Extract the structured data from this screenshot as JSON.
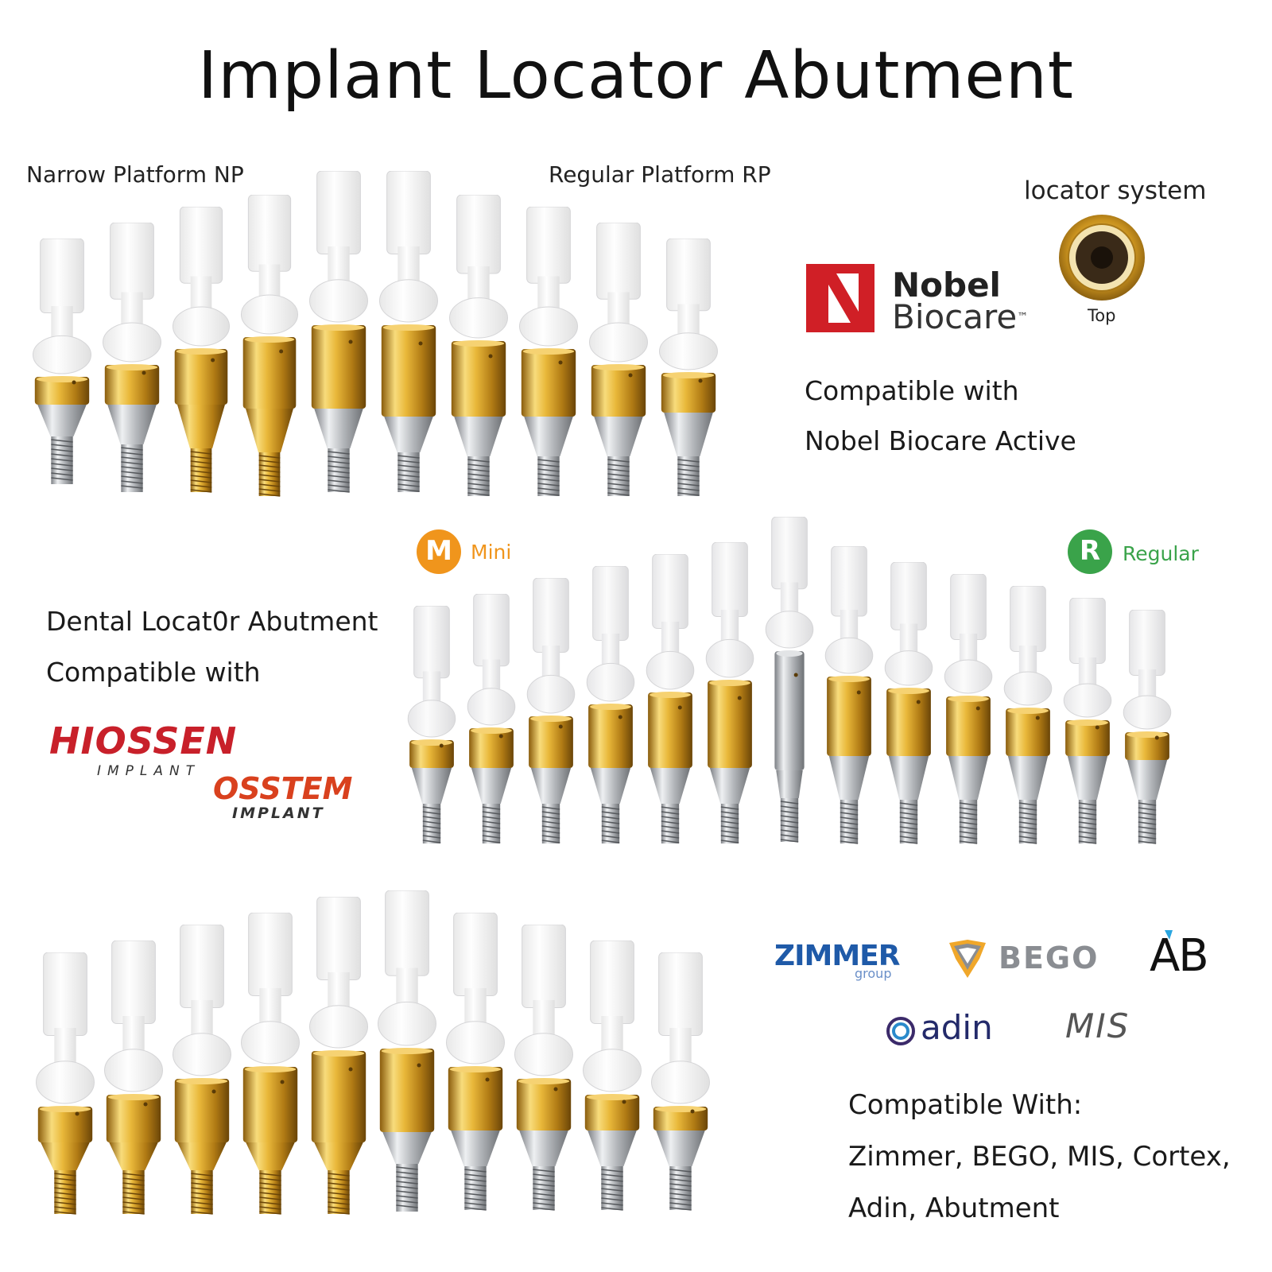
{
  "title": "Implant Locator Abutment",
  "section1": {
    "label_np": "Narrow Platform NP",
    "label_rp": "Regular Platform RP",
    "system_label": "locator system",
    "top_label": "Top",
    "brand_name_1": "Nobel",
    "brand_name_2": "Biocare",
    "brand_tm": "™",
    "compat_line1": "Compatible with",
    "compat_line2": "Nobel Biocare Active"
  },
  "section2": {
    "mini_letter": "M",
    "mini_label": "Mini",
    "regular_letter": "R",
    "regular_label": "Regular",
    "desc_line1": "Dental Locat0r Abutment",
    "desc_line2": "Compatible with",
    "hiossen": "HIOSSEN",
    "hiossen_sub": "IMPLANT",
    "osstem": "OSSTEM",
    "osstem_sub": "IMPLANT"
  },
  "section3": {
    "logos": {
      "zimmer": "ZIMMER",
      "zimmer_sub": "group",
      "bego": "BEGO",
      "ab": "AB",
      "adin": "adin",
      "mis": "MIS"
    },
    "compat_line1": "Compatible With:",
    "compat_line2": "Zimmer, BEGO, MIS, Cortex,",
    "compat_line3": "Adin, Abutment"
  },
  "colors": {
    "gold": "#d6a52a",
    "titanium": "#b9bcc0",
    "nylon": "#f1f1f1",
    "nobel_red": "#d01f26",
    "mini_orange": "#f0951c",
    "regular_green": "#3aa34a",
    "hiossen_red": "#c8202a",
    "osstem_red": "#d9411e",
    "zimmer_blue": "#1f5aa8"
  }
}
